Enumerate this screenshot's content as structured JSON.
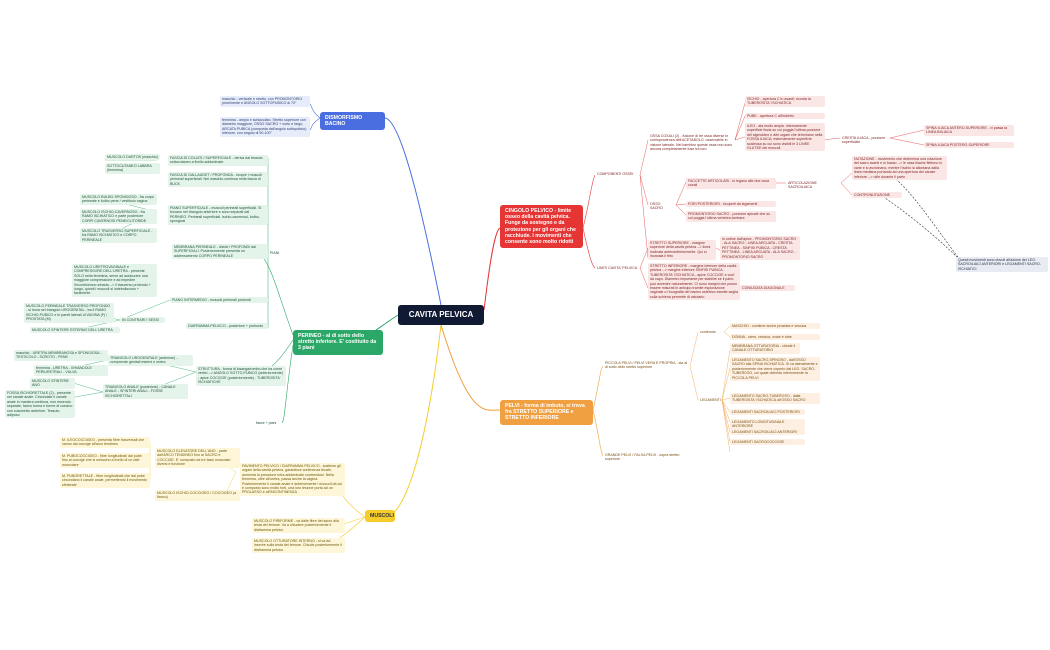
{
  "center": "CAVITA PELVICA",
  "dismorfismo": {
    "title": "DISMORFISMO BACINO",
    "maschio": "maschio - verticale e stretto, con PROMONTORIO prominente e ANGOLO SOTTOPUBICO di 70°",
    "femmina": "femmina - ampio e schiacciato. Stretto superiore con diametro maggiore, OSSO SACRO + corto e largo, ARCATA PUBICA (composta dall'angolo sottopubico) inferiore, con angolo di 90-100°"
  },
  "perineo": {
    "title": "PERINEO - al di sotto dello stretto inferiore. E' costituito da 3 piani",
    "piani_label": "PIANI",
    "fasci_label": "fasce + piani",
    "fascia_colles": "FASCIA DI COLLES / SUPERFICIALE - deriva dal tessuto sottocutaneo a livello addominale.",
    "dartos": "MUSCOLO DARTOS (maschio)",
    "sottocutaneo_labbra": "SOTTOCUTANEO LABBRA (femmina)",
    "fascia_gallaudet": "FASCIA DI GALLAUDET / PROFONDA - ricopre i muscoli perineali superficiali. Nel maschio continua nella fascia di BUCK",
    "piano_superficiale": "PIANO SUPERFICIALE - muscoli perineali superficiali. Si trovano nel triangolo anteriore e sono separati dal PERINEO. Perineali superficiali, ischio-cavernosi, bulbo-spongiosi",
    "bulbo_spongioso": "MUSCOLO BULBO-SPONGIOSO - fra corpo perineale e bulbo pene / vestibolo vagina",
    "ischio_cavernoso": "MUSCOLO ISCHIO-CAVERNOSO - fra RAMO ISCHIATICO e parte posteriore CORPI CAVERNOSI PENE/CLITORIDE",
    "trasverso_superficiale": "MUSCOLO TRASVERSO SUPERFICIALE - fra RAMO ISCHIATICO e CORPO PERINEALE",
    "membrana_perineale": "MEMBRANA PERINEALE - divide i PROFONDI dai SUPERFICIALI. Posteriormente presenta un addensamento CORPO PERINEALE",
    "uretrovaginale": "MUSCOLO URETROVAGINALE e COMPRESSORE DELL'URETRA - presente SOLO nella femmina, serve ad assicurare una maggiore compressione e ad impedire l'incontinenza urinaria --> il trasverso profondo + lungo, quindi i muscoli si indeboliscono + facilmente",
    "piano_intermedio": "PIANO INTERMEDIO - muscoli perineali profondi",
    "trasverso_profondo": "MUSCOLO PERINEALE TRASVERSO PROFONDO - si trova nel triangolo UROGENITAL., tra il RAMO ISCHIO-PUBICO e le pareti laterali di VAGINA (F) / PROSTATA (M)",
    "sfintere_uretra": "MUSCOLO SFINTERE ESTERNO DELL'URETRA",
    "contrari_sessi": "IN CONTRARI I SESSI",
    "diaframma_pelvico": "DIAFRAMMA PELVICO - posteriore + profondo",
    "maschio_uretra": "maschio - URETRA MEMBRANOSA e SPONGIOSA - TESTICOLO - SCROTO - PENE",
    "femmina_uretra": "femmina - URETRA - GHIANDOLE PERIURETRALI - VULVA",
    "triangolo_urogenitale": "TRIANGOLO UROGENITALE (anteriore) - comprende genitali esterni e uretra",
    "sfintere_ano": "MUSCOLO SFINTERE ANO",
    "fossa_ischiorettale": "FOSSA ISCHIORETTALE (2) - presente nel canale anale. Circondate il canale anale in maniera continua, non essendo separate, fanno forma e forme di cuscino con cuscinetto anteriore. Tessuto adiposo",
    "triangolo_anale": "TRIANGOLO ANALE (posteriore) - CANALE ANALE - SFINTERI ANALI - FOSSE ISCHIORETTALI",
    "struttura": "STRUTTURA - forma di losanga/rombo che ha come vertici --> ANGOLO SOTTO-PUBICO (anteriormente) - apice COCCIGE (posteriormente) - TUBEROSITA' ISCHIATICHE"
  },
  "muscoli": {
    "title": "MUSCOLI",
    "ileococcigeo": "M. ILEOCOCCIGEO - presenta fibre trasversali che vanno dal coccige all'arco tendineo",
    "pubococcigeo": "M. PUBOCOCCIGEO - fibre longitudinali dal pube fino al coccige che si uniscono a livello di un rafe muscolare",
    "puborettale": "M. PUBORETTALE - fibre longitudinali che dal pube circondano il canale anale, permettendo il movimento sfinterale",
    "elevatore_ano": "MUSCOLO ELEVATORE DELL'ANO - parte dall'ARCO TENDINEO fino al SACRO e COCCIGE. E' composto da tre fasci muscolari diversi e funzione",
    "ischio_coccigeo": "MUSCOLO ISCHIO-COCCIGEO / COCCIGEO (a fianco)",
    "pavimento_pelvico": "PAVIMENTO PELVICO / DIAFRAMMA PELVICO - sostiene gli organi della cavità pelvica, garantisce continenza fecale, aumenta la pressione intra-addominale contrendosi. Nella femmina, oltre all'uretra, passa anche la vagina. Posteriormente il canale anale e anteriormente i muscoli da cui è composto sono molto forti, una loro lesione porta ad un PROLASSO e all'INCONTINENZA",
    "piriforme": "MUSCOLO PIRIFORME - va dalle fibre del sacro alla testa del femore. Va a chiudere posteriormente il diaframma pelvico",
    "otturatore_interno": "MUSCOLO OTTURATORE INTERNO - si va ad inserire sulla testa del femore. Chiude posteriormente il diaframma pelvico"
  },
  "cingolo": {
    "title": "CINGOLO PELVICO - limite osseo della cavità pelvica. Funge da sostegno e da protezione per gli organi che racchiude. I movimenti che consente sono molto ridotti",
    "componenti_ossei": "COMPONENTI OSSEI",
    "ossa_coxali": "OSSA COXALI (2) - fusione di tre ossa diverse in corrispondenza dell'ACETABOLO, osservabile in visione laterale. Nel bambino queste ossa non sono ancora completamente fuse tra loro",
    "ischio": "ISCHIO - apertura C in avanti; ricorda la TUBEROSITA' ISCHIATICA",
    "pube": "PUBE - apertura C all'indietro",
    "ileo": "ILEO - ala molto ampia. Internamente superficie liscia su cui poggia l'ultima porzione del sigmoideo e altri organi che terminano nella FOSSA ILIACA; esternamente superficie scabrosa su cui sono visibili le 3 LINEE GLUTEE dei muscoli",
    "cresta_iliaca": "CRESTA ILIACA - porzione superficiale",
    "spina_antero_sup": "SPINA ILIACA ANTERO-SUPERIORE - vi passa la LINEA BIILIACA",
    "spina_postero_sup": "SPINA ILIACA POSTERO-SUPERIORE",
    "osso_sacro": "OSSO SACRO",
    "faccette_articolari": "FACCETTE ARTICOLARI - lo legano alle due ossa coxali",
    "articolazione_sacroiliaca": "ARTICOLAZIONE SACROILIACA",
    "nutazione": "NUTAZIONE - movimento che determina una rotazione del sacro avanti e in basso --> le ossa iliache flettono in varie e si avvicinano, mentre l'ischio si allontana dalla linea mediana portando ad una apertura del canale inferiore --> utile durante il parto",
    "contronutazione": "CONTRONUTAZIONE",
    "fori_posteriori": "FORI POSTERIORI - ricoperti da legamenti",
    "promontorio_sacro": "PROMONTORIO SACRO - porzione apicale che su cui poggia l'ultima vertebra lombare",
    "coccige": "COCCIGE",
    "limiti_cavita": "LIMITI CAVITA' PELVICA",
    "stretto_superiore": "STRETTO SUPERIORE - margine superiore della cavità pelvica --> linea inclinata anteroinferiormente. Qui si incanala il feto",
    "stretto_sup_ordine": "in ordine dall'apice - PROMONTORIO SACRO - ALA SACRO - LINEA ARCUATA - CRESTA PETTINEA - SINFISI PUBICA - CRESTA PETTINEA - LINEA ARCUATA - ALA SACRO - PROMONTORIO SACRO",
    "stretto_inferiore": "STRETTO INFERIORE - margine inferiore della cavità pelvica --> margine inferiore SINFISI PUBICA - TUBEROSITA' ISCHIATICA - apice COCCIGE e coxi' da capo. Diametro importante per stabilire se il parto può avvenire naturalmente. Ci sono margini che posso essere misurati in anticipo tramite esplorazione vaginale o l'ecografia del bacino ostetrico tramite seglia sulla schiena permette di valutarlo",
    "coniugata": "CONIUGATA DIAGONALE",
    "nota_movimenti": "Questi movimenti sono dovuti all'azione dei LEG. SACROILIACI ANTERIORI e LEGAMENTI SACRO-ISCHIATICI"
  },
  "pelvi": {
    "title": "PELVI - forma di imbuto, si trova fra STRETTO SUPERIORE e STRETTO INFERIORE",
    "piccola_pelvi": "PICCOLA PELVI / PELVI VERA E PROPRIA - sta al di sotto dello stretto superiore",
    "contenuto": "contenuto",
    "maschio_cont": "MASCHIO - contiene anche prostata e vescica",
    "donna_cont": "DONNA - utero, vescica, ovaie e tube",
    "legamenti": "LEGAMENTI",
    "membrana_otturatoria": "MEMBRANA OTTURATORIA - chiude il CANALE OTTURATORIO",
    "sacro_spinoso": "LEGAMENTO SACRO-SPINOSO - dall'OSSO SACRO alla SPINA ISCHIATICA. Si va lateralmente e posteriormente che viene coperto dal LEG. SACRO-TUBEROSO, col quale delimita inferiormente la PICCOLA PELVI",
    "sacro_tuberoso": "LEGAMENTO SACRO-TUBEROSO - dalla TUBEROSITA' ISCHIATICA all'OSSO SACRO",
    "sacroiliaci_post": "LEGAMENTI SACROILIACI POSTERIORI",
    "longitudinale_ant": "LEGAMENTO LONGITUDINALE ANTERIORE",
    "sacroiliaci_ant": "LEGAMENTI SACROILIACI ANTERIORI",
    "sacrococcigei": "LEGAMENTI SACROCOCCIGEI",
    "grande_pelvi": "GRANDE PELVI / FALSA PELVI - sopra stretto superiore"
  },
  "colors": {
    "blue": "#4a6ee0",
    "green": "#2ba868",
    "red": "#e63535",
    "orange": "#f0a040",
    "yellow": "#f5cc2a",
    "central": "#101a33"
  }
}
